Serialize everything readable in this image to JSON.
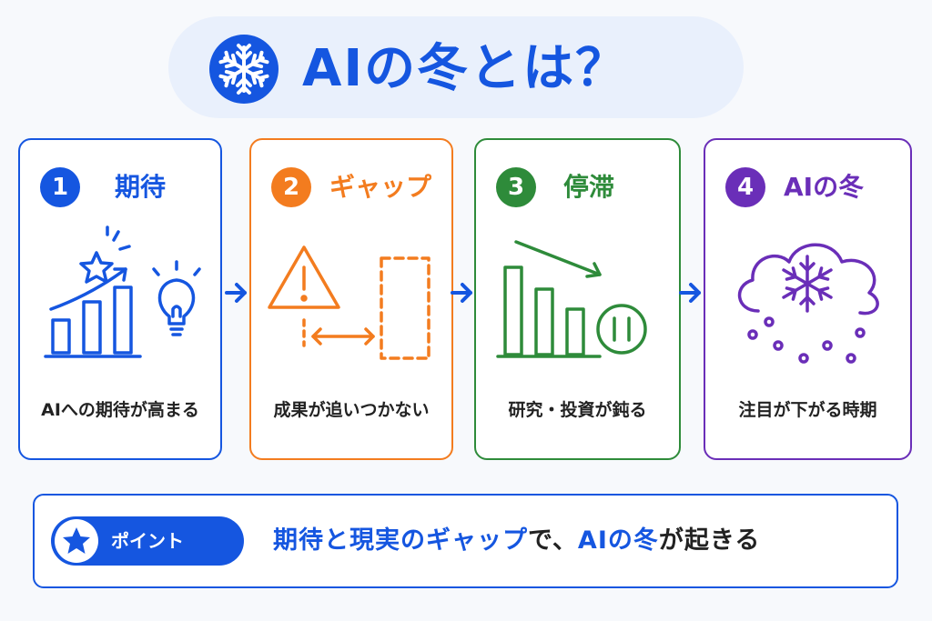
{
  "title": {
    "icon": "snowflake-icon",
    "text": "AIの冬とは？"
  },
  "colors": {
    "blue": "#1556e0",
    "orange": "#f37c1f",
    "green": "#2e8b3a",
    "purple": "#6a2eb8"
  },
  "steps": [
    {
      "number": "1",
      "heading": "期待",
      "caption": "AIへの期待が高まる",
      "icons": [
        "star-icon",
        "rising-bar-chart-icon",
        "lightbulb-icon"
      ]
    },
    {
      "number": "2",
      "heading": "ギャップ",
      "caption": "成果が追いつかない",
      "icons": [
        "warning-icon",
        "gap-arrow-icon",
        "dashed-box-icon"
      ]
    },
    {
      "number": "3",
      "heading": "停滞",
      "caption": "研究・投資が鈍る",
      "icons": [
        "declining-bar-chart-icon",
        "pause-icon"
      ]
    },
    {
      "number": "4",
      "heading": "AIの冬",
      "caption": "注目が下がる時期",
      "icons": [
        "cloud-icon",
        "snowflake-icon",
        "snow-dots-icon"
      ]
    }
  ],
  "point": {
    "icon": "star-icon",
    "label": "ポイント",
    "text_parts": [
      {
        "text": "期待と現実のギャップ",
        "color": "blue"
      },
      {
        "text": "で、",
        "color": "dark"
      },
      {
        "text": "AIの冬",
        "color": "blue"
      },
      {
        "text": "が起きる",
        "color": "dark"
      }
    ]
  }
}
